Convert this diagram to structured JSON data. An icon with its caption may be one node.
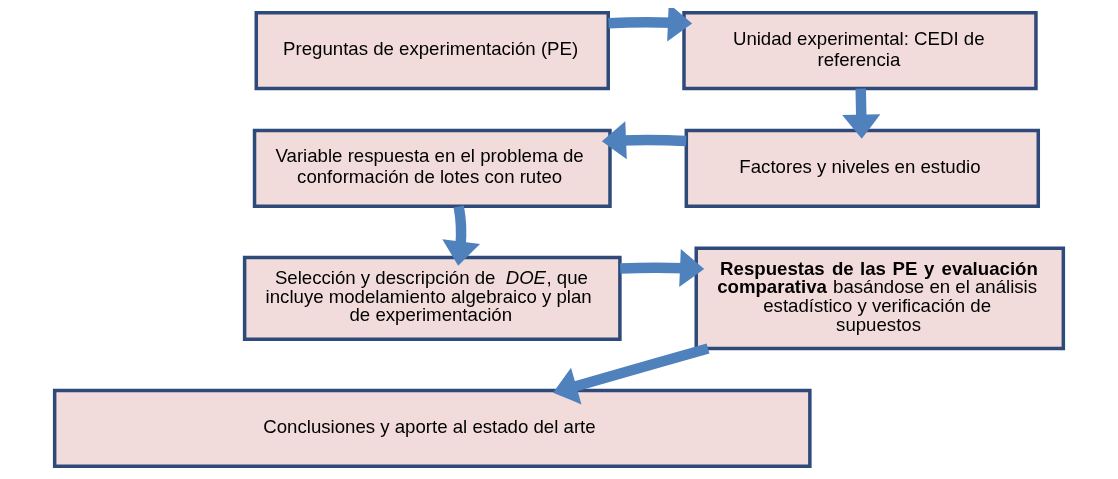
{
  "diagram": {
    "nodes": [
      {
        "text": [
          "Preguntas de experimentación (PE)"
        ]
      },
      {
        "text": [
          "Unidad experimental: CEDI de referencia"
        ]
      },
      {
        "text": [
          "Variable respuesta en el problema de conformación de lotes con ruteo"
        ]
      },
      {
        "text": [
          "Factores y niveles en estudio"
        ]
      },
      {
        "text": [
          "Selección y descripción de *DOE*, que incluye modelamiento algebraico y plan de experimentación"
        ]
      },
      {
        "text": [
          "**Respuestas de las PE y evaluación comparativa** basándose en el análisis estadístico y verificación de supuestos"
        ]
      },
      {
        "text": [
          "Conclusiones y aporte al estado del arte"
        ]
      }
    ],
    "edges": [
      {
        "from": 0,
        "to": 1,
        "arrow": "to"
      },
      {
        "from": 1,
        "to": 3,
        "arrow": "to"
      },
      {
        "from": 3,
        "to": 2,
        "arrow": "to"
      },
      {
        "from": 2,
        "to": 4,
        "arrow": "to"
      },
      {
        "from": 4,
        "to": 5,
        "arrow": "to"
      },
      {
        "from": 5,
        "to": 6,
        "arrow": "to"
      }
    ]
  }
}
